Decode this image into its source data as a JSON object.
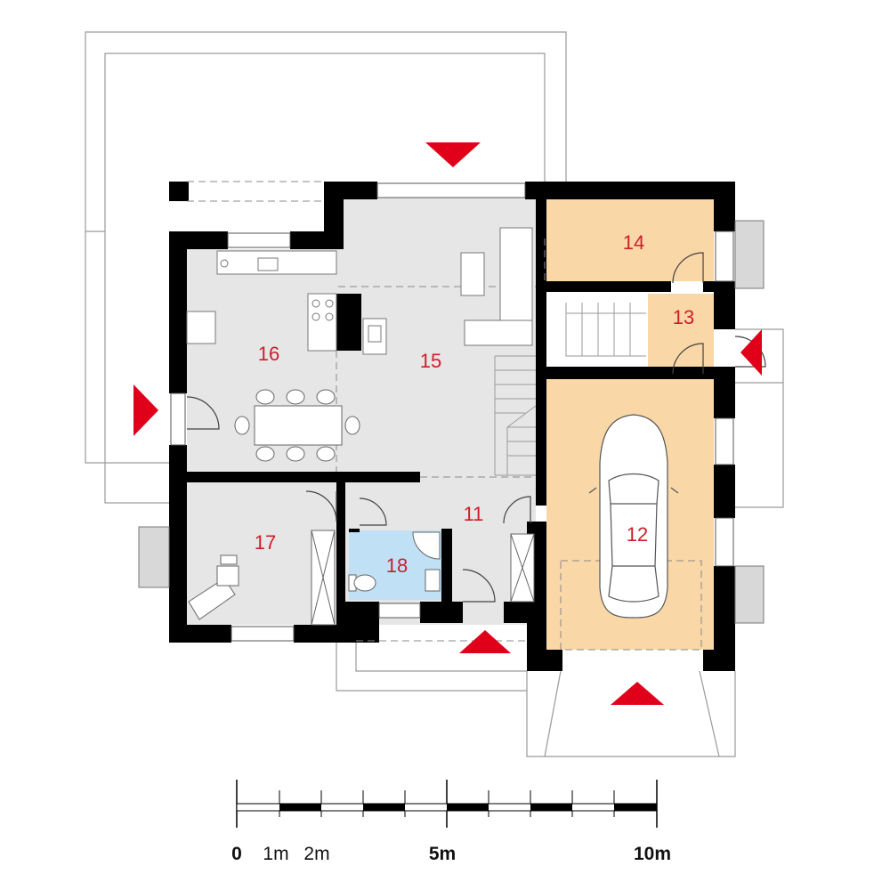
{
  "colors": {
    "wall": "#000000",
    "floor_grey": "#e6e6e6",
    "floor_garage": "#f9d7a7",
    "floor_bath": "#bfe0f5",
    "room_label": "#cc1f2a",
    "entrance_arrow": "#e1001a",
    "outline": "#9a9a9a"
  },
  "rooms": [
    {
      "number": "11"
    },
    {
      "number": "12"
    },
    {
      "number": "13"
    },
    {
      "number": "14"
    },
    {
      "number": "15"
    },
    {
      "number": "16"
    },
    {
      "number": "17"
    },
    {
      "number": "18"
    }
  ],
  "scale_bar": {
    "labels": [
      "0",
      "1m",
      "2m",
      "5m",
      "10m"
    ]
  },
  "icons": [
    "entrance-arrow-icon",
    "car-icon",
    "dining-table-icon",
    "stove-icon",
    "toilet-icon",
    "shower-icon",
    "office-chair-icon",
    "fireplace-icon"
  ]
}
